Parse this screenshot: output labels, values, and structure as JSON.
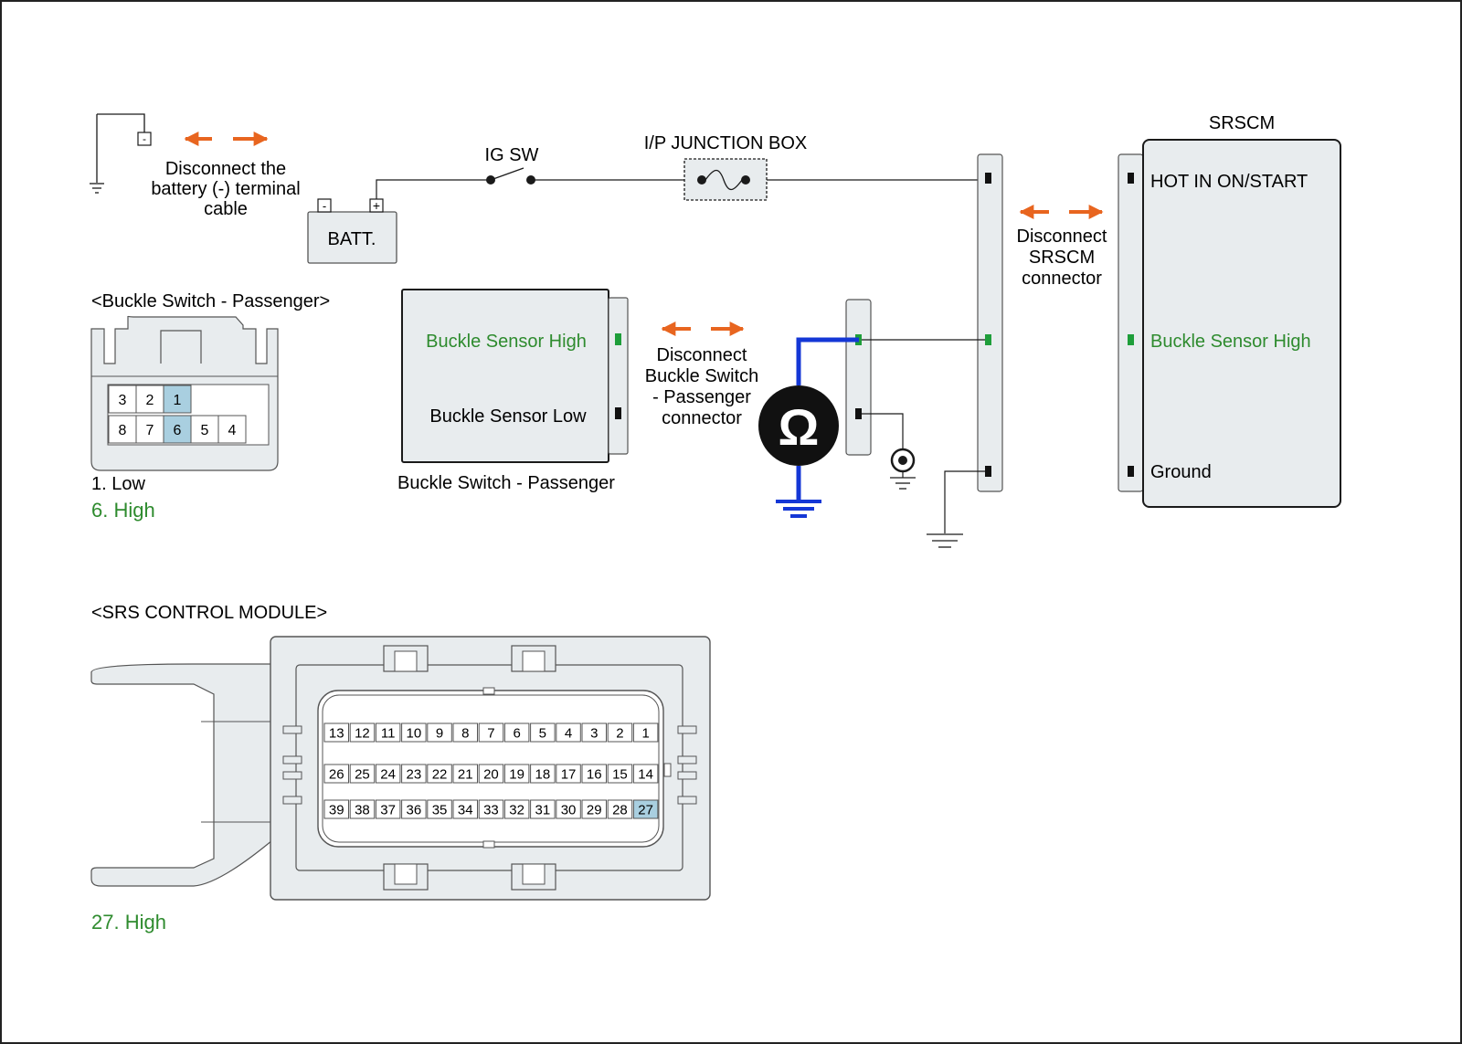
{
  "colors": {
    "arrow": "#e8651f",
    "green_text": "#2e8b2e",
    "pin_green": "#1e9e3a",
    "pin_highlight": "#a9cfe0",
    "blue_wire": "#1437d6",
    "panel_fill": "#e8ecee",
    "stroke": "#1a1a1a"
  },
  "battery": {
    "minus_label": "-",
    "plus_label": "+",
    "batt_label": "BATT.",
    "terminal_minus": "-",
    "disconnect_text": [
      "Disconnect the",
      "battery (-) terminal",
      "cable"
    ]
  },
  "ig_sw_label": "IG SW",
  "junction_box_label": "I/P JUNCTION BOX",
  "srscm": {
    "title": "SRSCM",
    "pin_hot": "HOT IN ON/START",
    "pin_buckle": "Buckle Sensor High",
    "pin_ground": "Ground",
    "disconnect_text": [
      "Disconnect",
      "SRSCM",
      "connector"
    ]
  },
  "buckle_switch": {
    "box_label_high": "Buckle Sensor High",
    "box_label_low": "Buckle Sensor Low",
    "caption": "Buckle Switch - Passenger",
    "disconnect_text": [
      "Disconnect",
      "Buckle Switch",
      "- Passenger",
      "connector"
    ]
  },
  "ohm_symbol": "Ω",
  "connector_passenger": {
    "title": "<Buckle Switch - Passenger>",
    "top_row": [
      "3",
      "2",
      "1"
    ],
    "bottom_row": [
      "8",
      "7",
      "6",
      "5",
      "4"
    ],
    "legend_low": "1. Low",
    "legend_high": "6. High"
  },
  "connector_srs": {
    "title": "<SRS CONTROL MODULE>",
    "row1": [
      "13",
      "12",
      "11",
      "10",
      "9",
      "8",
      "7",
      "6",
      "5",
      "4",
      "3",
      "2",
      "1"
    ],
    "row2": [
      "26",
      "25",
      "24",
      "23",
      "22",
      "21",
      "20",
      "19",
      "18",
      "17",
      "16",
      "15",
      "14"
    ],
    "row3": [
      "39",
      "38",
      "37",
      "36",
      "35",
      "34",
      "33",
      "32",
      "31",
      "30",
      "29",
      "28",
      "27"
    ],
    "legend_high": "27. High"
  }
}
